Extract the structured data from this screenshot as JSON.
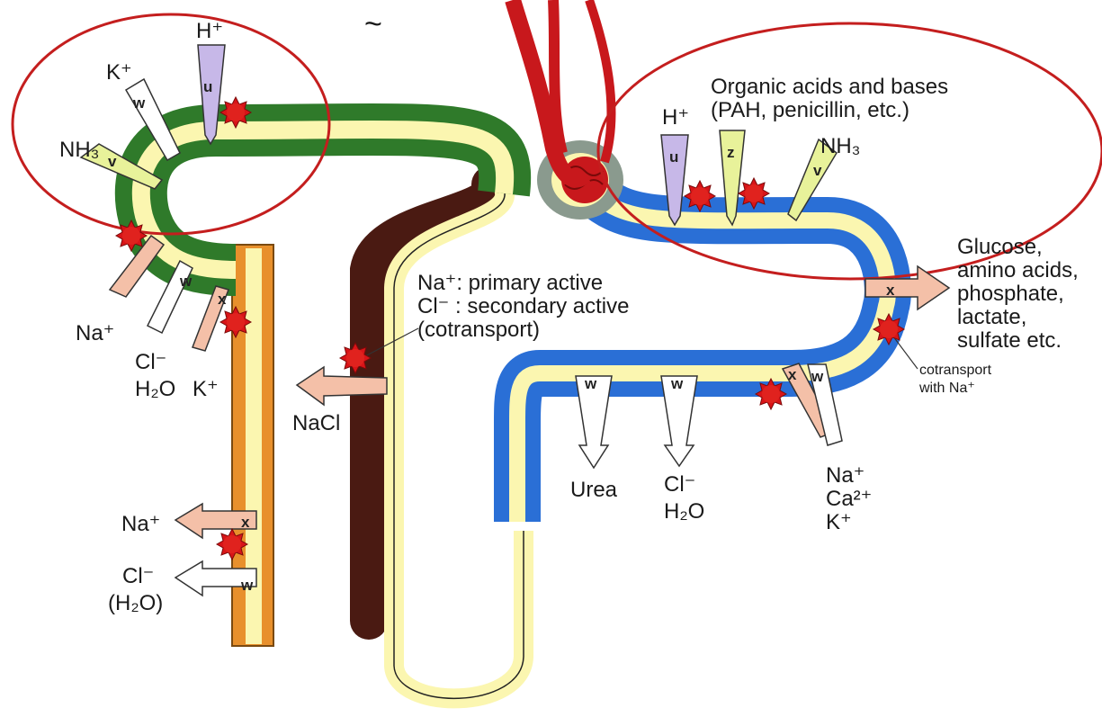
{
  "colors": {
    "background": "#ffffff",
    "distal_tubule": "#2f7a2a",
    "proximal_tubule": "#2a6fd6",
    "collecting_duct": "#e8902c",
    "thick_ascending_limb": "#4a1a12",
    "lumen": "#fbf6b0",
    "arteriole": "#c8181c",
    "pump": "#d81418",
    "highlight_ellipse": "#c41e1e",
    "glomerulus_capsule": "#8a9a8e"
  },
  "labels": {
    "tilde": "~",
    "h_plus_distal": "H⁺",
    "k_plus_in": "K⁺",
    "nh3_distal": "NH₃",
    "na_distal": "Na⁺",
    "cl_h2o_distal_1": "Cl⁻",
    "cl_h2o_distal_2": "H₂O",
    "k_out_distal": "K⁺",
    "nacl": "NaCl",
    "loop_note_1": "Na⁺: primary active",
    "loop_note_2": "Cl⁻ : secondary active",
    "loop_note_3": "(cotransport)",
    "organic_1": "Organic acids and bases",
    "organic_2": "(PAH, penicillin, etc.)",
    "h_plus_prox": "H⁺",
    "nh3_prox": "NH₃",
    "glucose_1": "Glucose,",
    "glucose_2": "amino acids,",
    "glucose_3": "phosphate,",
    "glucose_4": "lactate,",
    "glucose_5": "sulfate etc.",
    "cotransport_1": "cotransport",
    "cotransport_2": "with Na⁺",
    "urea": "Urea",
    "cl_prox_1": "Cl⁻",
    "cl_prox_2": "H₂O",
    "ions_1": "Na⁺",
    "ions_2": "Ca²⁺",
    "ions_3": "K⁺",
    "na_collect": "Na⁺",
    "cl_collect_1": "Cl⁻",
    "cl_collect_2": "(H₂O)"
  },
  "arrow_letters": {
    "u": "u",
    "w": "w",
    "v": "v",
    "x": "x",
    "z": "z"
  }
}
